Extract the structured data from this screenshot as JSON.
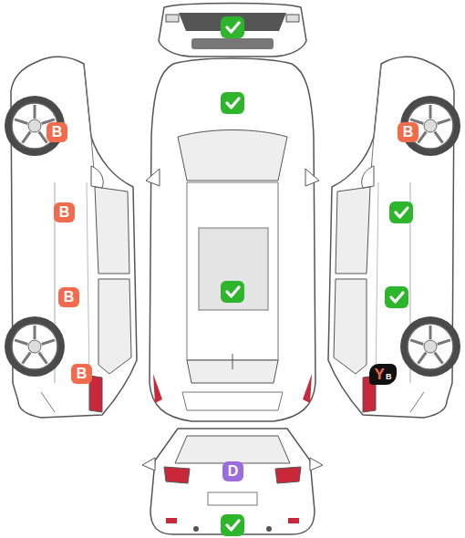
{
  "diagram": {
    "nodes": [
      {
        "text": [
          "B"
        ]
      },
      {
        "text": [
          "B"
        ]
      },
      {
        "text": [
          "B"
        ]
      },
      {
        "text": [
          "B"
        ]
      },
      {
        "text": [
          "B"
        ]
      },
      {
        "text": [
          "Y",
          "B"
        ]
      },
      {
        "text": [
          "D"
        ]
      }
    ]
  }
}
